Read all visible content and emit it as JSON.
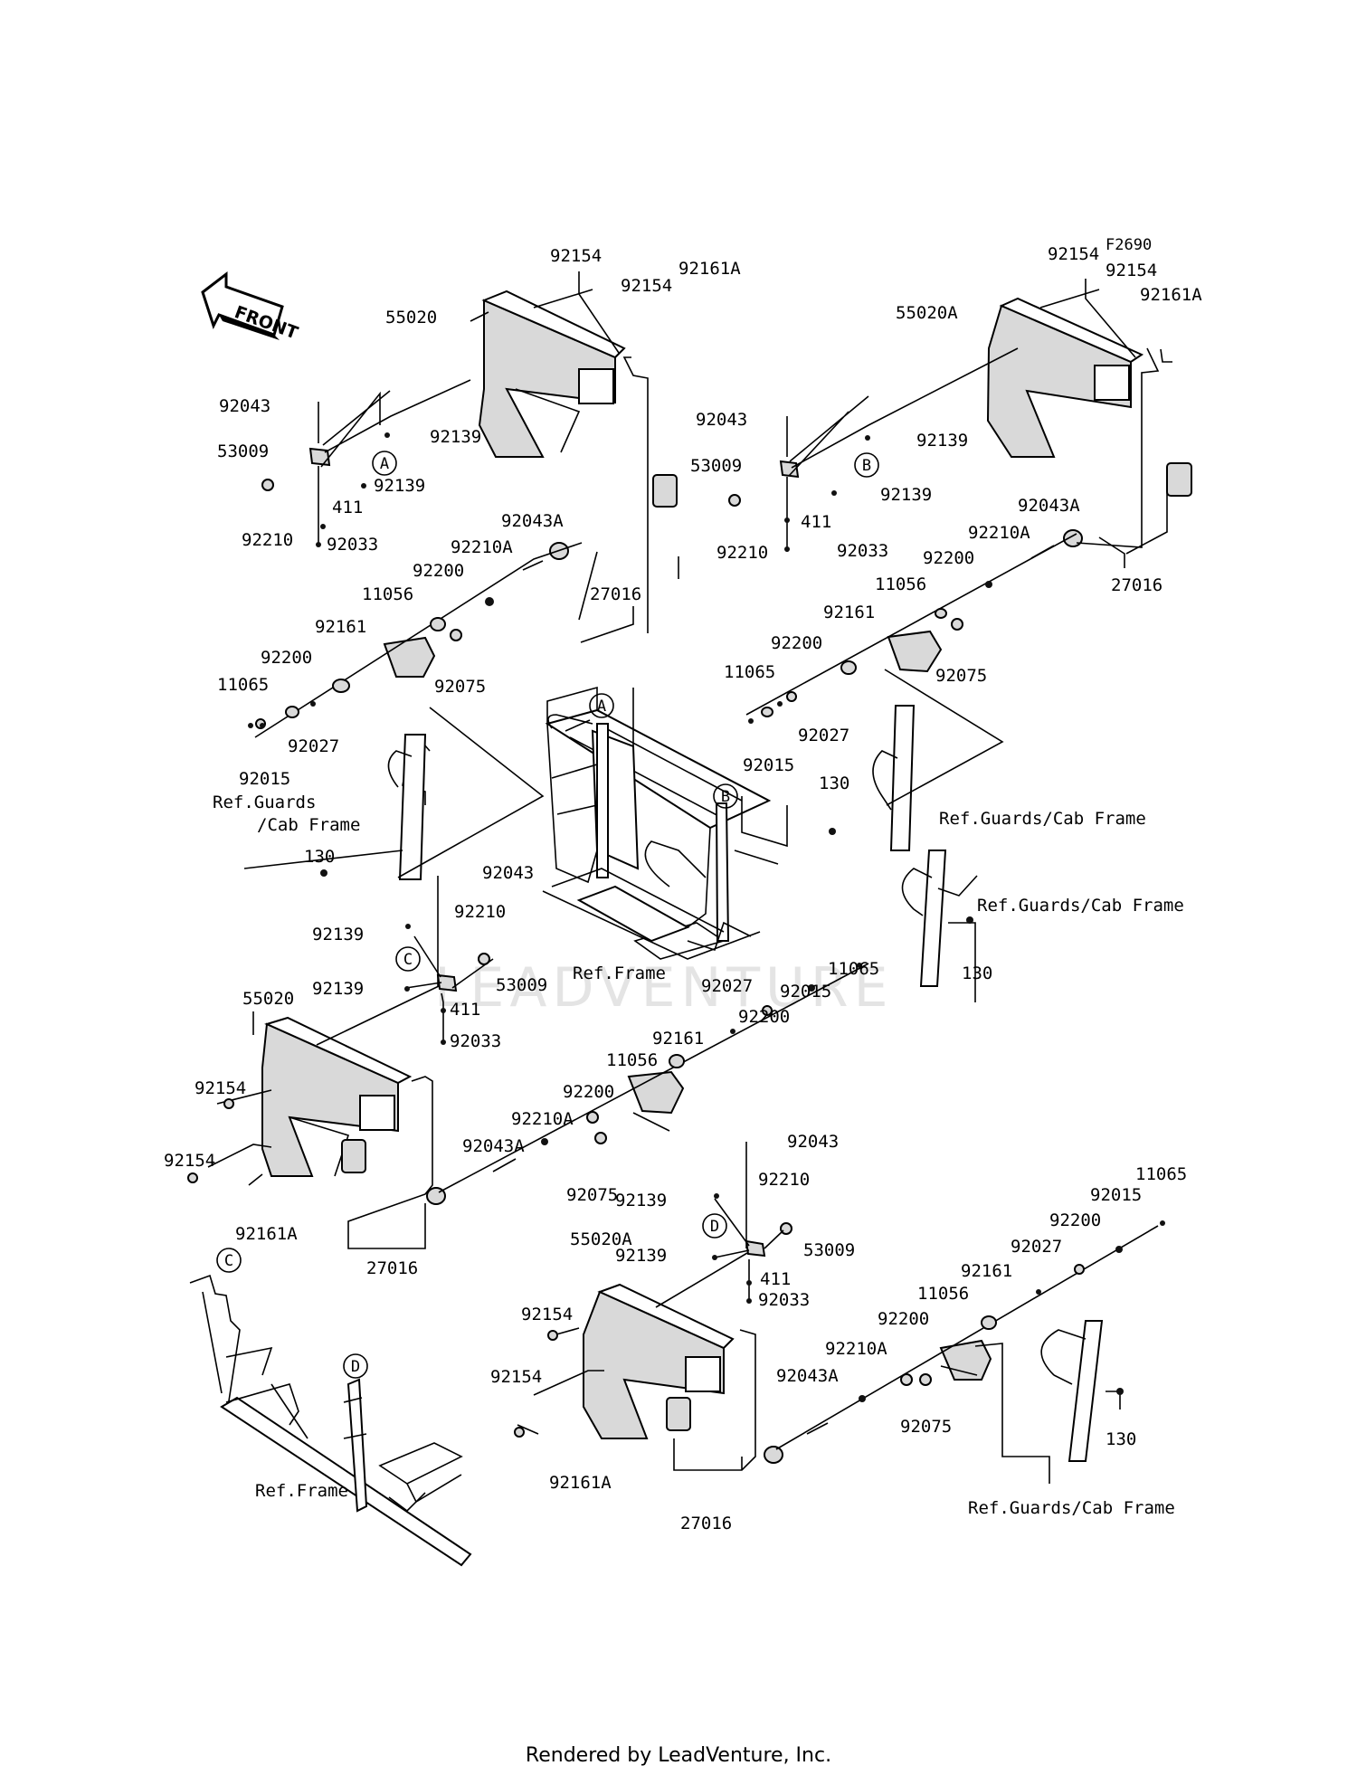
{
  "figure_code": "F2690",
  "front_label": "FRONT",
  "watermark": "LEADVENTURE",
  "footer": "Rendered by LeadVenture, Inc.",
  "callouts": {
    "a": "A",
    "b": "B",
    "c": "C",
    "d": "D"
  },
  "ref_labels": {
    "guards_cab_frame_1a": "Ref.Guards",
    "guards_cab_frame_1b": "/Cab Frame",
    "guards_cab_frame": "Ref.Guards/Cab Frame",
    "frame": "Ref.Frame"
  },
  "parts": {
    "p55020": "55020",
    "p55020A": "55020A",
    "p92154": "92154",
    "p92161A": "92161A",
    "p92043": "92043",
    "p92139": "92139",
    "p53009": "53009",
    "p411": "411",
    "p92210": "92210",
    "p92033": "92033",
    "p92043A": "92043A",
    "p92210A": "92210A",
    "p92200": "92200",
    "p11056": "11056",
    "p92161": "92161",
    "p92075": "92075",
    "p11065": "11065",
    "p92027": "92027",
    "p92015": "92015",
    "p130": "130",
    "p27016": "27016"
  }
}
